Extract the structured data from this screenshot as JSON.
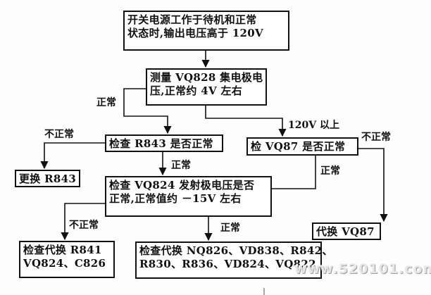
{
  "nodes": {
    "start": [
      "开关电源工作于待机和正常",
      "状态时,输出电压高于 120V"
    ],
    "measure": [
      "测量 VQ828 集电极电",
      "压,正常约 4V 左右"
    ],
    "check_r843": [
      "检查 R843 是否正常"
    ],
    "check_vq87": [
      "检 VQ87 是否正常"
    ],
    "replace_r843": [
      "更换 R843"
    ],
    "check_vq824": [
      "检查 VQ824 发射极电压是否",
      "正常,正常值约 －15V 左右"
    ],
    "replace_vq87": [
      "代换 VQ87"
    ],
    "check_r841": [
      "检查代换 R841",
      "VQ824、C826"
    ],
    "check_nq826": [
      "检查代换 NQ826、VD838、R842、",
      "R830、R836、VD824、VQ822"
    ]
  },
  "edge_labels": {
    "measure_normal": "正常",
    "over_120v": "120V 以上",
    "r843_abnormal": "不正常",
    "r843_normal": "正常",
    "vq87_abnormal": "不正常",
    "vq87_normal": "正常",
    "vq824_abnormal": "不正常",
    "vq824_normal": "正常"
  },
  "watermark": "www.520101.com"
}
